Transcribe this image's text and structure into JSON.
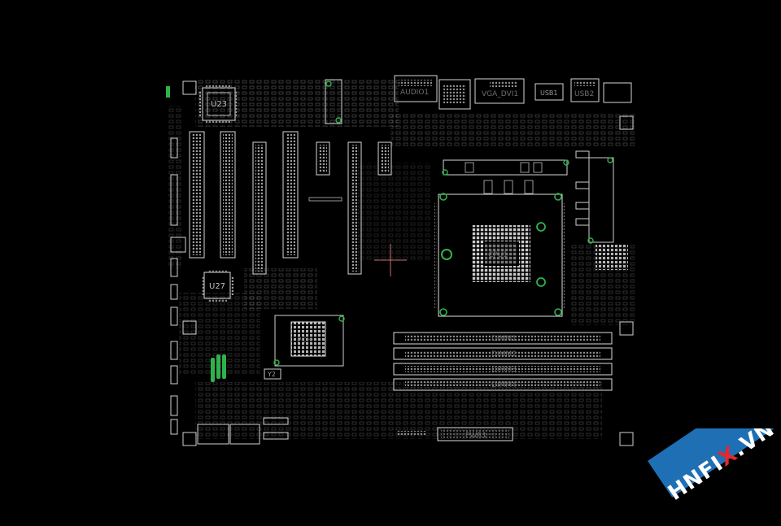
{
  "labels": {
    "u23": "U23",
    "u27": "U27",
    "audio": "AUDIO1",
    "vga": "VGA_DVI1",
    "usb1": "USB1",
    "usb2": "USB2",
    "y2": "Y2",
    "pwr": "PWR1",
    "dimm1": "DIMM1",
    "dimm2": "DIMM2",
    "dimm3": "DIMM3",
    "dimm4": "DIMM4",
    "cpu": "CPU1",
    "pch": "PCH"
  },
  "watermark": {
    "prefix": "HNF",
    "accent": "I",
    "mid": "X",
    "suffix": ".VN"
  },
  "colors": {
    "background": "#000000",
    "outline": "#d9d9d9",
    "via": "#2fb24a",
    "crosshair": "#c96b6b",
    "watermark": "#1f6fb5"
  }
}
